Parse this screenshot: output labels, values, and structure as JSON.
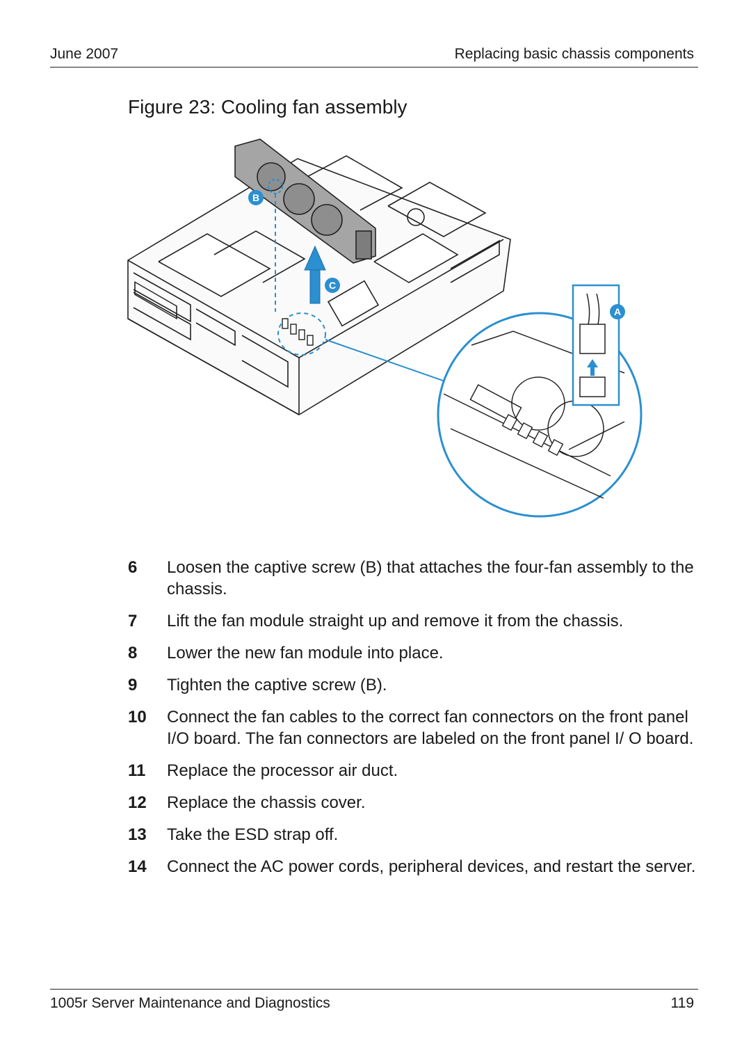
{
  "header": {
    "left": "June 2007",
    "right": "Replacing basic chassis components"
  },
  "figure": {
    "title": "Figure 23: Cooling fan assembly",
    "callouts": [
      "A",
      "B",
      "C"
    ]
  },
  "steps": [
    {
      "num": "6",
      "text": "Loosen the captive screw (B) that attaches the four-fan assembly to the chassis."
    },
    {
      "num": "7",
      "text": "Lift the fan module straight up and remove it from the chassis."
    },
    {
      "num": "8",
      "text": "Lower the new fan module into place."
    },
    {
      "num": "9",
      "text": "Tighten the captive screw (B)."
    },
    {
      "num": "10",
      "text": "Connect the fan cables to the correct fan connectors on the front panel I/O board. The fan connectors are labeled on the front panel I/ O board."
    },
    {
      "num": "11",
      "text": "Replace the processor air duct."
    },
    {
      "num": "12",
      "text": "Replace the chassis cover."
    },
    {
      "num": "13",
      "text": "Take the ESD strap off."
    },
    {
      "num": "14",
      "text": "Connect the AC power cords, peripheral devices, and restart the server."
    }
  ],
  "footer": {
    "left": "1005r Server Maintenance and Diagnostics",
    "right": "119"
  },
  "colors": {
    "callout": "#2b8fd0",
    "line": "#222222",
    "fan": "#9a9a9a"
  }
}
